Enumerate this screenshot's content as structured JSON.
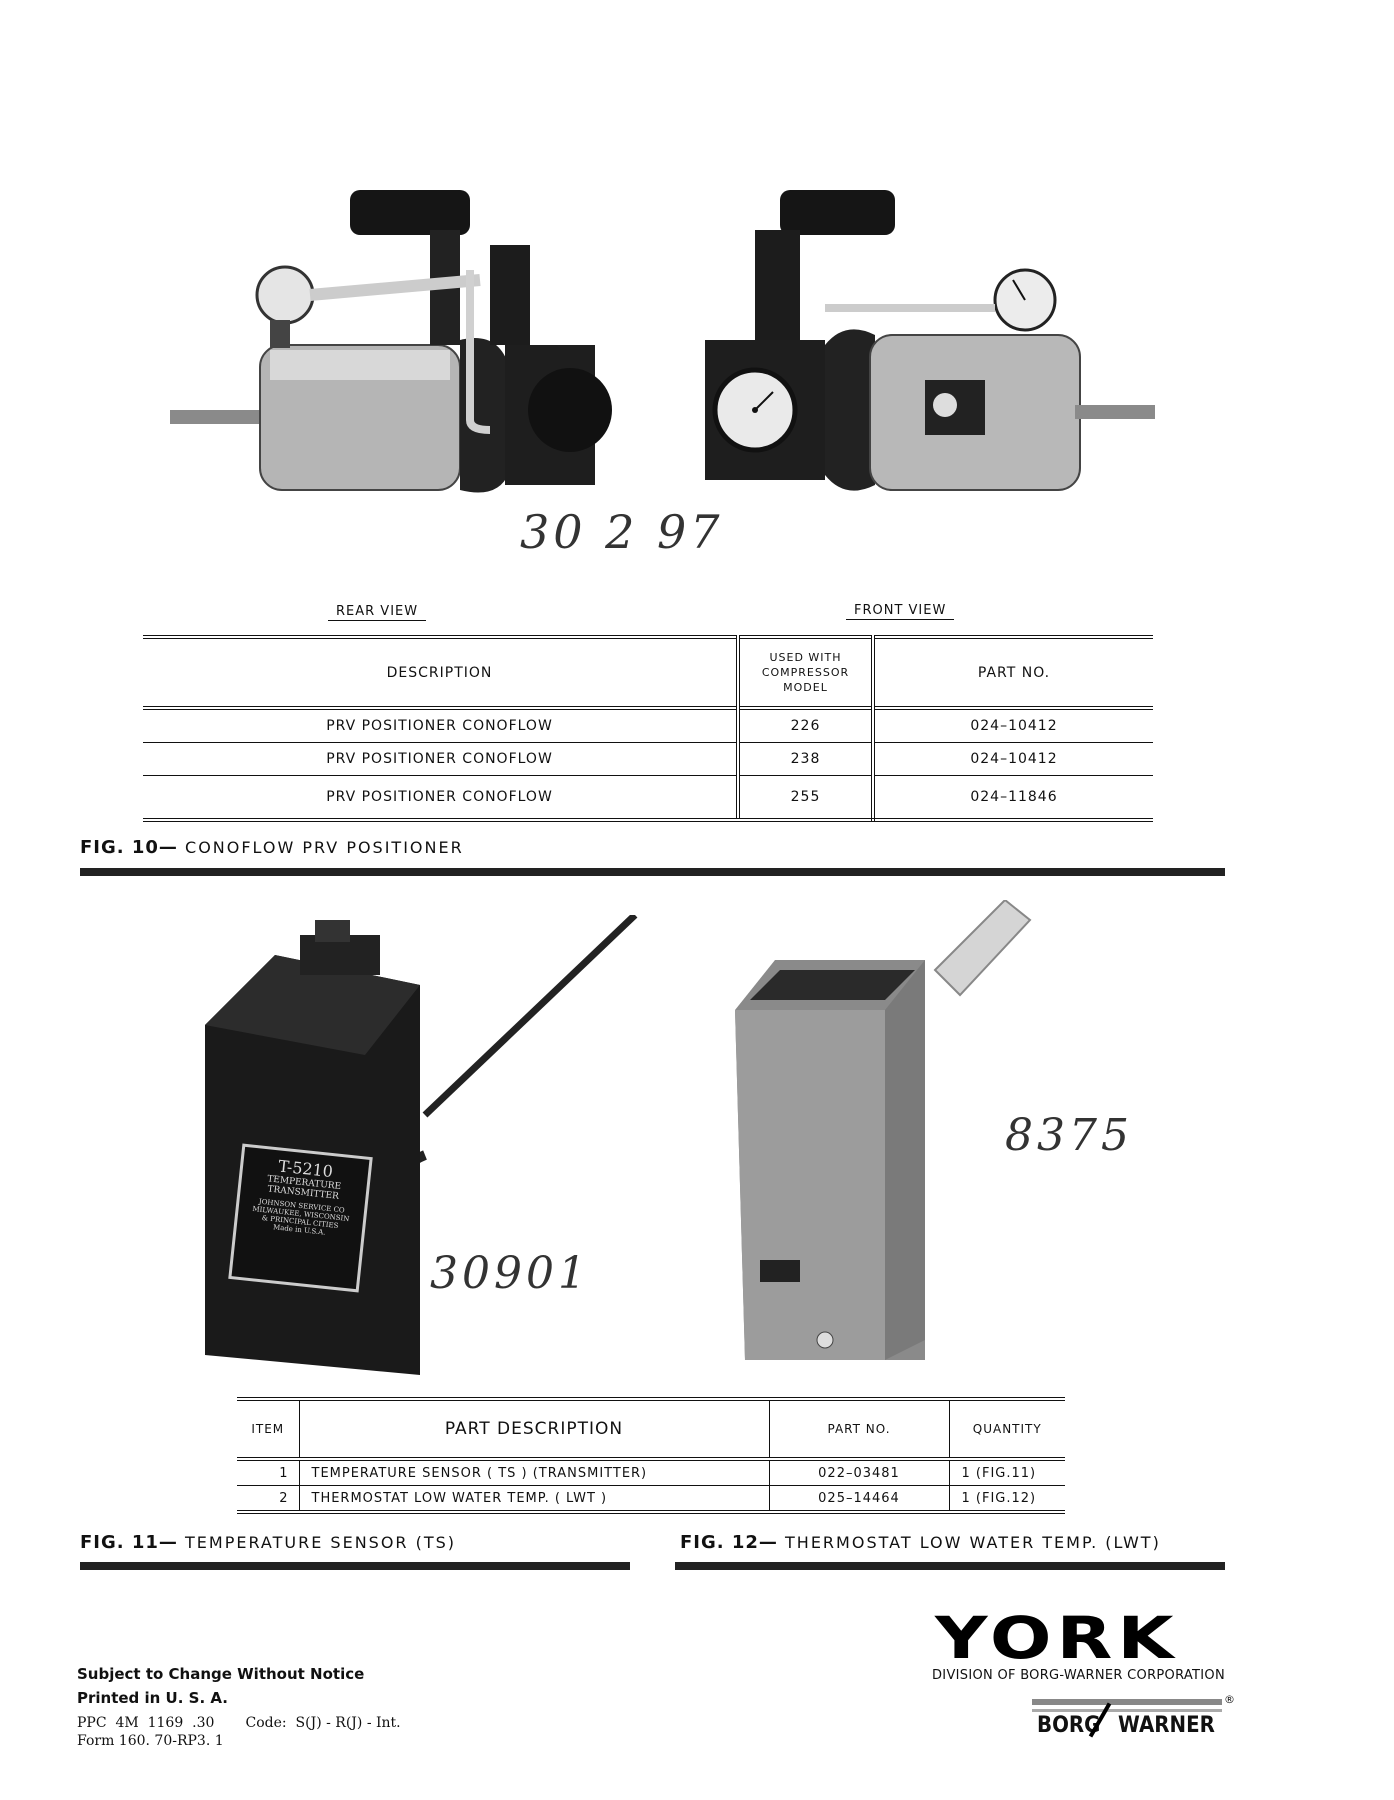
{
  "fig10": {
    "handwritten_number": "30 2 97",
    "rear_view_label": "REAR VIEW",
    "front_view_label": "FRONT VIEW",
    "table": {
      "headers": {
        "description": "DESCRIPTION",
        "used_with_1": "USED WITH",
        "used_with_2": "COMPRESSOR",
        "used_with_3": "MODEL",
        "part_no": "PART NO."
      },
      "rows": [
        {
          "description": "PRV POSITIONER CONOFLOW",
          "model": "226",
          "part_no": "024–10412"
        },
        {
          "description": "PRV POSITIONER CONOFLOW",
          "model": "238",
          "part_no": "024–10412"
        },
        {
          "description": "PRV POSITIONER CONOFLOW",
          "model": "255",
          "part_no": "024–11846"
        }
      ]
    },
    "caption_label": "FIG. 10—",
    "caption_text": "CONOFLOW PRV POSITIONER"
  },
  "fig11": {
    "plate_lines": [
      "T-5210",
      "TEMPERATURE",
      "TRANSMITTER",
      "JOHNSON SERVICE CO",
      "MILWAUKEE, WISCONSIN",
      "& PRINCIPAL CITIES",
      "Made in U.S.A."
    ],
    "handwritten_number": "30901",
    "caption_label": "FIG. 11—",
    "caption_text": "TEMPERATURE SENSOR (TS)"
  },
  "fig12": {
    "handwritten_number": "8375",
    "caption_label": "FIG. 12—",
    "caption_text": "THERMOSTAT LOW WATER TEMP. (LWT)"
  },
  "parts_table": {
    "headers": {
      "item": "ITEM",
      "description": "PART DESCRIPTION",
      "part_no": "PART NO.",
      "quantity": "QUANTITY"
    },
    "rows": [
      {
        "item": "1",
        "description": "TEMPERATURE SENSOR ( TS ) (TRANSMITTER)",
        "part_no": "022–03481",
        "quantity": "1  (FIG.11)"
      },
      {
        "item": "2",
        "description": "THERMOSTAT LOW WATER TEMP. ( LWT )",
        "part_no": "025–14464",
        "quantity": "1  (FIG.12)"
      }
    ]
  },
  "brand": {
    "york": "YORK",
    "division": "DIVISION OF BORG-WARNER CORPORATION",
    "bw_left": "BORG",
    "bw_right": "WARNER",
    "registered": "®"
  },
  "footer": {
    "line1": "Subject to Change Without Notice",
    "line2": "Printed in U. S. A.",
    "line3": "PPC  4M  1169  .30       Code:  S(J) - R(J) - Int.",
    "line4": "Form 160. 70-RP3. 1"
  }
}
